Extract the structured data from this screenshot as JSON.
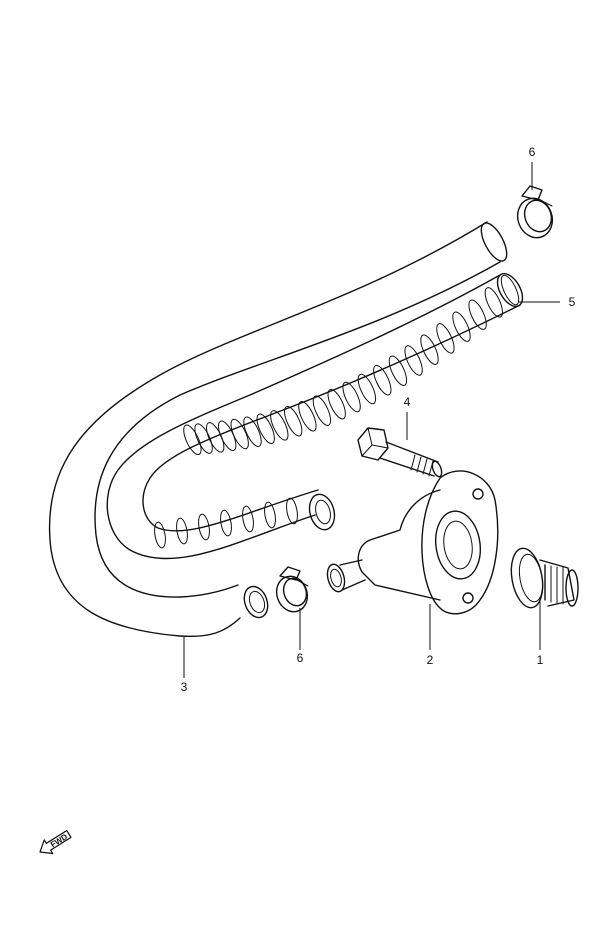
{
  "callouts": {
    "part_1": "1",
    "part_2": "2",
    "part_3": "3",
    "part_4": "4",
    "part_5": "5",
    "part_6_top": "6",
    "part_6_bottom": "6"
  },
  "direction_marker": {
    "label": "FWD",
    "icon": "fwd-arrow-icon"
  },
  "colors": {
    "ink": "#111111",
    "background": "#ffffff"
  }
}
